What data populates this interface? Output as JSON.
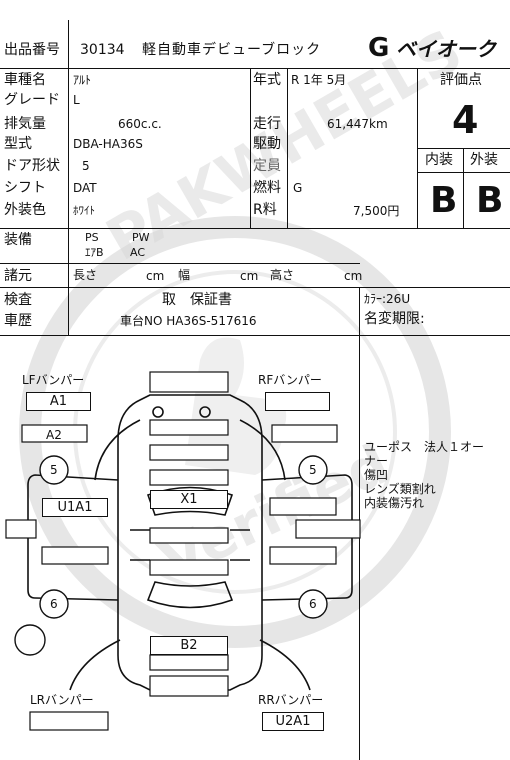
{
  "header": {
    "lot_label": "出品番号",
    "lot_number": "30134",
    "block_name": "軽自動車デビューブロック",
    "logo_text": "ベイオーク"
  },
  "specs": {
    "model_label": "車種名",
    "model_value": "ｱﾙﾄ",
    "grade_label": "グレード",
    "grade_value": "L",
    "displacement_label": "排気量",
    "displacement_value": "660c.c.",
    "type_label": "型式",
    "type_value": "DBA-HA36S",
    "doors_label": "ドア形状",
    "doors_value": "5",
    "shift_label": "シフト",
    "shift_value": "DAT",
    "color_label": "外装色",
    "color_value": "ﾎﾜｲﾄ",
    "equipment_label": "装備",
    "equip_ps": "PS",
    "equip_pw": "PW",
    "equip_ac_label": "ｴｱB",
    "equip_ac": "AC",
    "dims_label": "諸元",
    "dims_length": "長さ",
    "dims_width": "幅",
    "dims_height": "高さ",
    "dims_unit": "cm"
  },
  "middle": {
    "year_label": "年式",
    "year_value": "R  1年  5月",
    "mileage_label": "走行",
    "mileage_value": "61,447km",
    "drive_label": "駆動",
    "capacity_label": "定員",
    "fuel_label": "燃料",
    "fuel_value": "G",
    "fee_label": "R料",
    "fee_value": "7,500円"
  },
  "grades": {
    "score_label": "評価点",
    "score_value": "4",
    "interior_label": "内装",
    "interior_value": "B",
    "exterior_label": "外装",
    "exterior_value": "B"
  },
  "inspection": {
    "inspection_label": "検査",
    "inspection_value": "取　保証書",
    "chassis_label": "車歴",
    "chassis_value": "車台NO HA36S-517616",
    "color_code": "ｶﾗｰ:26U",
    "name_change": "名変期限:"
  },
  "diagram": {
    "lf_bumper": "LFバンパー",
    "rf_bumper": "RFバンパー",
    "lr_bumper": "LRバンパー",
    "rr_bumper": "RRバンパー",
    "mark_a1": "A1",
    "mark_a2": "A2",
    "mark_u1a1": "U1A1",
    "mark_x1": "X1",
    "mark_b2": "B2",
    "mark_u2a1": "U2A1",
    "tire_fl": "5",
    "tire_fr": "5",
    "tire_rl": "6",
    "tire_rr": "6"
  },
  "notes": {
    "line1": "ユーポス　法人１オー",
    "line2": "ナー",
    "line3": "傷凹",
    "line4": "レンズ類割れ",
    "line5": "内装傷汚れ"
  },
  "watermark": {
    "brand": "PAKWHEELS",
    "verified": "Verified"
  }
}
